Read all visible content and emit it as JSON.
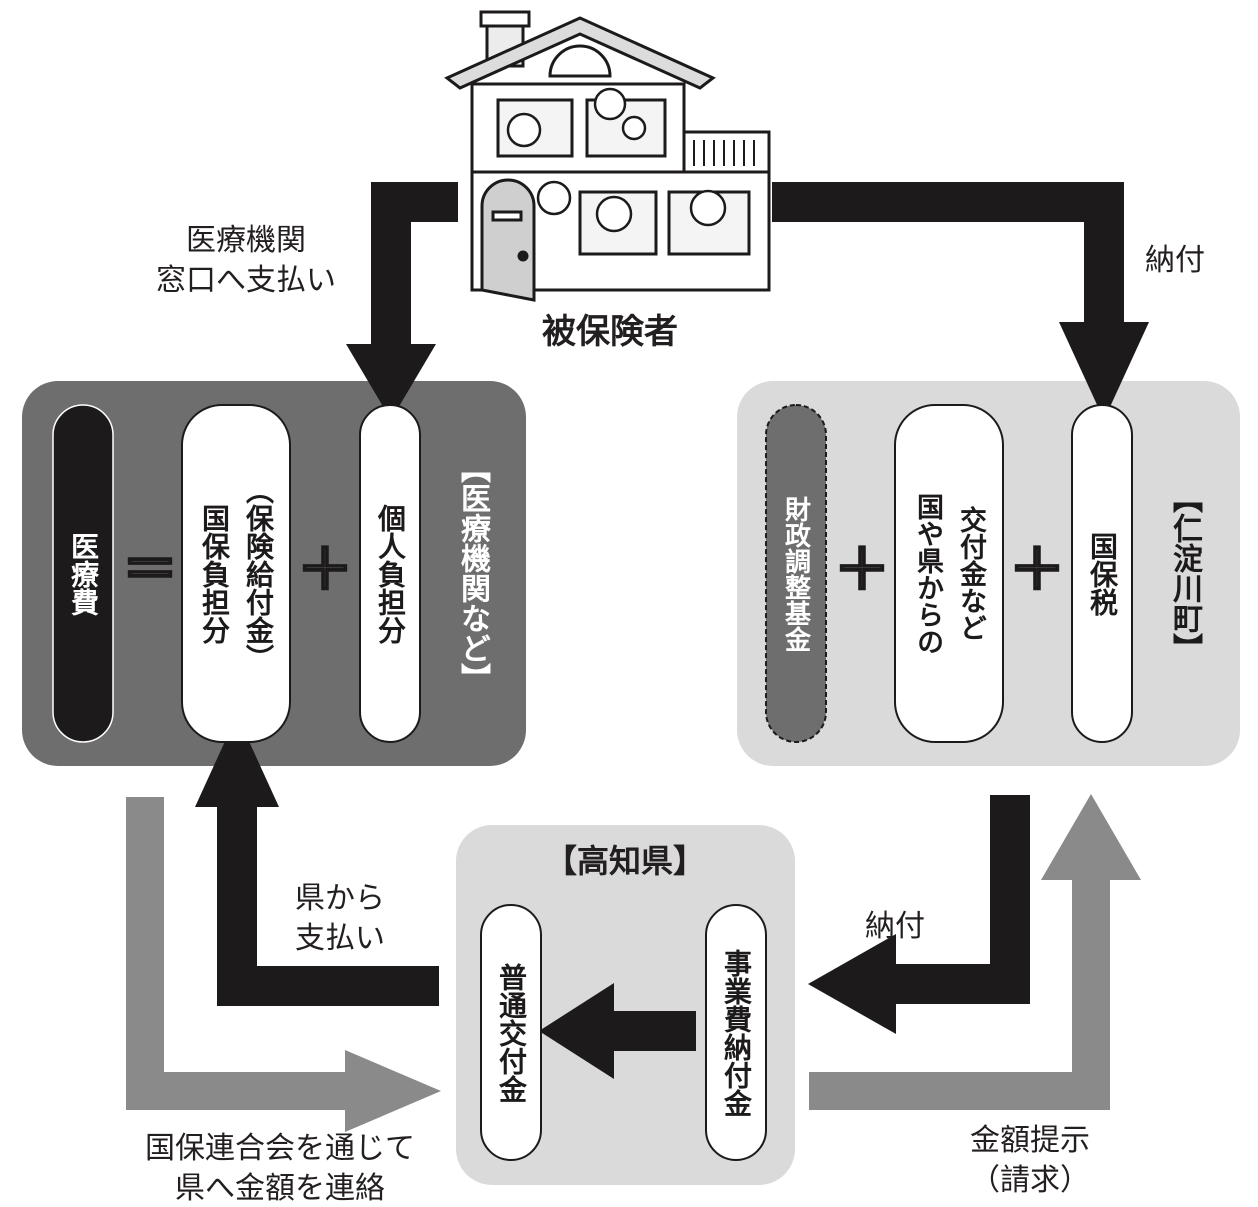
{
  "colors": {
    "dark_arrow": "#1d1a1b",
    "gray_arrow": "#8a8a8a",
    "medical_box": "#6e6e6e",
    "town_box": "#dadada",
    "pref_box": "#dadada",
    "pill_dark": "#1d1a1b",
    "pill_gray": "#6e6e6e",
    "pill_white": "#ffffff"
  },
  "insured": {
    "label": "被保険者",
    "illustration": "house-family-icon"
  },
  "arrow_labels": {
    "pay_clinic": [
      "医療機関",
      "窓口へ支払い"
    ],
    "pay_tax": "納付",
    "pay_business": "納付",
    "pref_pays": [
      "県から",
      "支払い"
    ],
    "via_federation": [
      "国保連合会を通じて",
      "県へ金額を連絡"
    ],
    "amount_request": [
      "金額提示",
      "（請求）"
    ]
  },
  "medical": {
    "title": "【医療機関など】",
    "cost": "医療費",
    "equals": "＝",
    "insurance_share": "国保負担分",
    "insurance_share_sub": "（保険給付金）",
    "plus": "＋",
    "personal_share": "個人負担分"
  },
  "town": {
    "title": "【仁淀川町】",
    "fund": "財政調整基金",
    "plus1": "＋",
    "grants": "国や県からの",
    "grants_2": "交付金など",
    "plus2": "＋",
    "tax": "国保税"
  },
  "prefecture": {
    "title": "【高知県】",
    "grant": "普通交付金",
    "business_payment": "事業費納付金"
  }
}
